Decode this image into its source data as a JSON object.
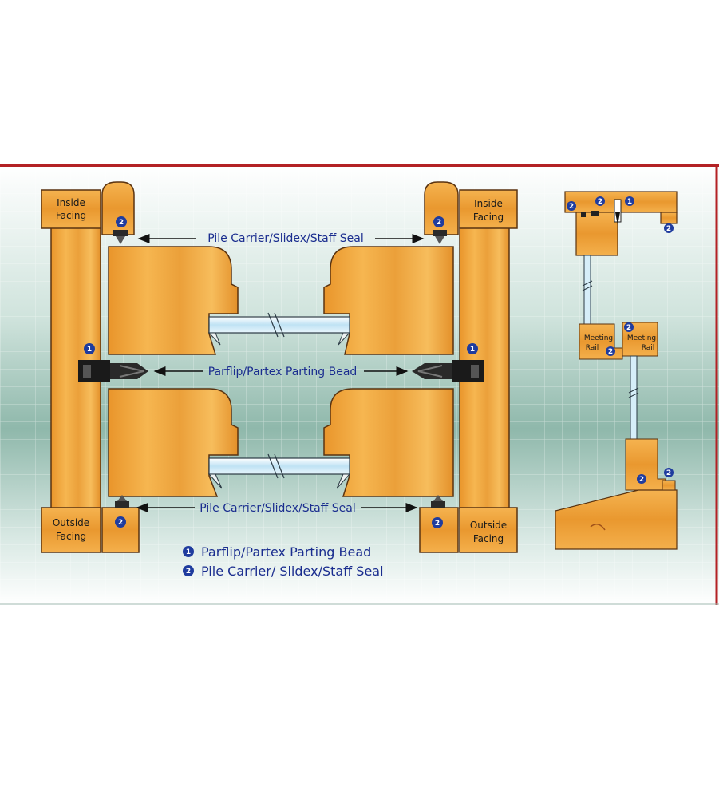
{
  "labels": {
    "inside_facing_l1": "Inside",
    "inside_facing_l2": "Facing",
    "outside_facing_l1": "Outside",
    "outside_facing_l2": "Facing",
    "seal_top": "Pile Carrier/Slidex/Staff Seal",
    "parting_bead": "Parflip/Partex Parting Bead",
    "seal_bottom": "Pile Carrier/Slidex/Staff Seal",
    "meeting_l1": "Meeting",
    "meeting_l2": "Rail",
    "badge_1": "1",
    "badge_2": "2"
  },
  "legend": {
    "item1_num": "1",
    "item1_text": "Parflip/Partex Parting Bead",
    "item2_num": "2",
    "item2_text": "Pile Carrier/ Slidex/Staff Seal"
  },
  "colors": {
    "wood": "#f2a93a",
    "wood_dark": "#d8862a",
    "outline": "#5a3310",
    "label_blue": "#1a2d8f",
    "badge_blue": "#1f3c9e",
    "frame_red": "#b32124",
    "glass": "#cfe9f7"
  }
}
